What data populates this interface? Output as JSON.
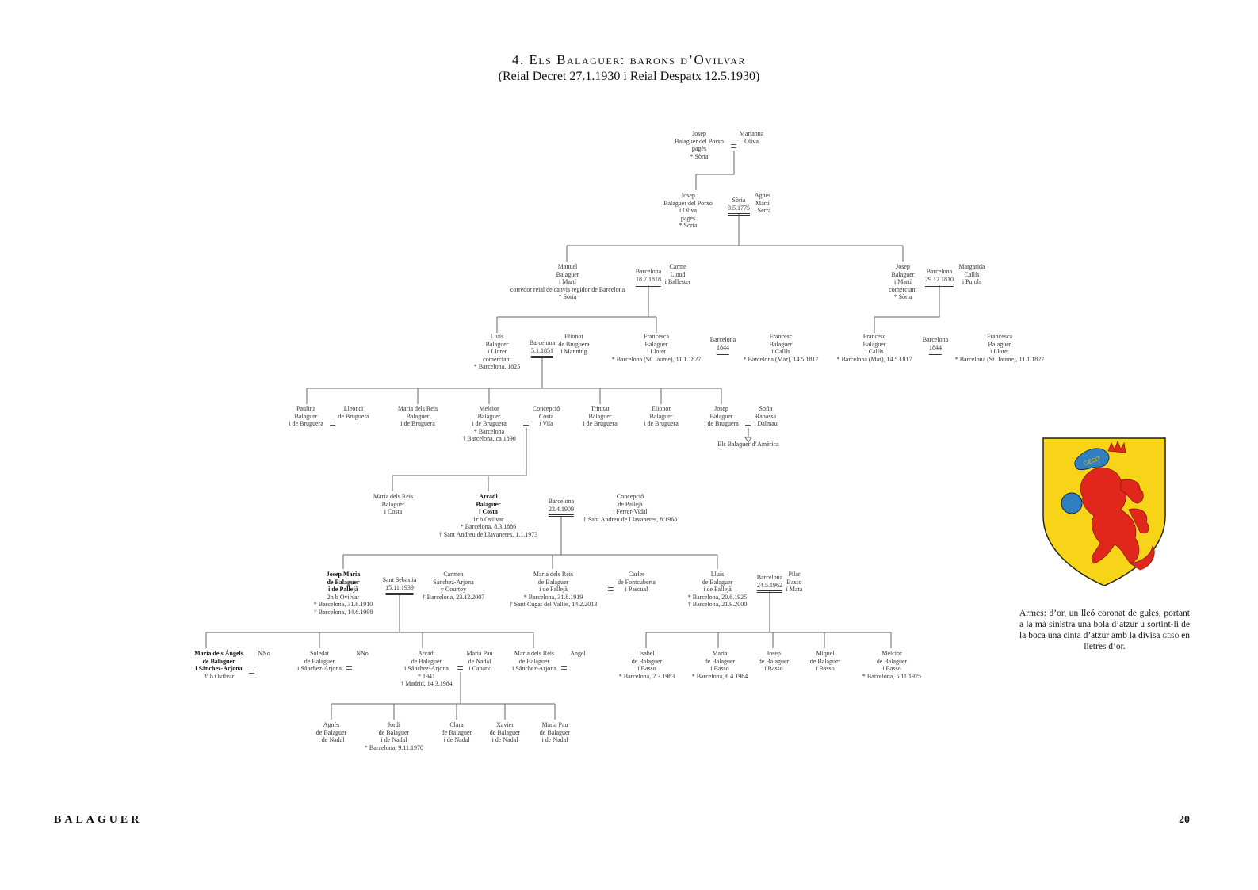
{
  "title": "4. Els Balaguer: barons d’Ovilvar",
  "subtitle": "(Reial Decret 27.1.1930 i Reial Despatx 12.5.1930)",
  "footer": {
    "running_head": "BALAGUER",
    "page_number": "20"
  },
  "coat_of_arms": {
    "caption_before": "Armes: d’or, un lleó coronat de gules, portant a la mà sinistra una bola d’atzur u sortint-li de la boca una cinta d’atzur amb la divisa ",
    "motto": "geso",
    "caption_after": " en lletres d’or.",
    "shield_motto": "GESO",
    "colors": {
      "field": "#f7d417",
      "lion": "#e1261c",
      "azure": "#2f7fc1"
    }
  },
  "persons": [
    {
      "id": "g0a",
      "bold": 0,
      "lines": [
        "Josep",
        "Balaguer del Porxo",
        "pagès",
        "* Sòria"
      ]
    },
    {
      "id": "g0b",
      "bold": 0,
      "lines": [
        "Marianna",
        "Oliva"
      ]
    },
    {
      "id": "g1a",
      "bold": 0,
      "lines": [
        "Josep",
        "Balaguer del Porxo",
        "i Oliva",
        "pagès",
        "* Sòria"
      ]
    },
    {
      "id": "g1b",
      "bold": 0,
      "lines": [
        "Agnès",
        "Martí",
        "i Serra"
      ]
    },
    {
      "id": "g2a",
      "bold": 0,
      "lines": [
        "Manuel",
        "Balaguer",
        "i Martí",
        "corredor reial de canvis regidor de Barcelona",
        "* Sòria"
      ]
    },
    {
      "id": "g2b",
      "bold": 0,
      "lines": [
        "Carme",
        "Lloud",
        "i Ballester"
      ]
    },
    {
      "id": "g2c",
      "bold": 0,
      "lines": [
        "Josep",
        "Balaguer",
        "i Martí",
        "comerciant",
        "* Sòria"
      ]
    },
    {
      "id": "g2d",
      "bold": 0,
      "lines": [
        "Margarida",
        "Callís",
        "i Pujols"
      ]
    },
    {
      "id": "g3a",
      "bold": 0,
      "lines": [
        "Lluís",
        "Balaguer",
        "i Lloret",
        "comerciant",
        "* Barcelona, 1825"
      ]
    },
    {
      "id": "g3b",
      "bold": 0,
      "lines": [
        "Elionor",
        "de Bruguera",
        "i Manning"
      ]
    },
    {
      "id": "g3c",
      "bold": 0,
      "lines": [
        "Francesca",
        "Balaguer",
        "i Lloret",
        "* Barcelona (St. Jaume), 11.1.1827"
      ]
    },
    {
      "id": "g3d",
      "bold": 0,
      "lines": [
        "Francesc",
        "Balaguer",
        "i Callís",
        "* Barcelona (Mar), 14.5.1817"
      ]
    },
    {
      "id": "g3e",
      "bold": 0,
      "lines": [
        "Francesc",
        "Balaguer",
        "i Callís",
        "* Barcelona (Mar), 14.5.1817"
      ]
    },
    {
      "id": "g3f",
      "bold": 0,
      "lines": [
        "Francesca",
        "Balaguer",
        "i Lloret",
        "* Barcelona (St. Jaume), 11.1.1827"
      ]
    },
    {
      "id": "g4a",
      "bold": 0,
      "lines": [
        "Paulina",
        "Balaguer",
        "i de Bruguera"
      ]
    },
    {
      "id": "g4b",
      "bold": 0,
      "lines": [
        "Lleonci",
        "de Bruguera"
      ]
    },
    {
      "id": "g4c",
      "bold": 0,
      "lines": [
        "Maria dels Reis",
        "Balaguer",
        "i de Bruguera"
      ]
    },
    {
      "id": "g4d",
      "bold": 0,
      "lines": [
        "Melcior",
        "Balaguer",
        "i de Bruguera",
        "* Barcelona",
        "† Barcelona, ca 1890"
      ]
    },
    {
      "id": "g4e",
      "bold": 0,
      "lines": [
        "Concepció",
        "Costa",
        "i Vila"
      ]
    },
    {
      "id": "g4f",
      "bold": 0,
      "lines": [
        "Trinitat",
        "Balaguer",
        "i de Bruguera"
      ]
    },
    {
      "id": "g4g",
      "bold": 0,
      "lines": [
        "Elionor",
        "Balaguer",
        "i de Bruguera"
      ]
    },
    {
      "id": "g4h",
      "bold": 0,
      "lines": [
        "Josep",
        "Balaguer",
        "i de Bruguera"
      ]
    },
    {
      "id": "g4i",
      "bold": 0,
      "lines": [
        "Sofia",
        "Rabassa",
        "i Dalmau"
      ]
    },
    {
      "id": "g4j",
      "bold": 0,
      "lines": [
        "Els Balaguer d’Amèrica"
      ]
    },
    {
      "id": "g5a",
      "bold": 0,
      "lines": [
        "Maria dels Reis",
        "Balaguer",
        "i Costa"
      ]
    },
    {
      "id": "g5b",
      "bold": 3,
      "lines": [
        "Arcadi",
        "Balaguer",
        "i Costa",
        "1r b Ovilvar",
        "* Barcelona, 8.3.1886",
        "† Sant Andreu de Llavaneres, 1.1.1973"
      ]
    },
    {
      "id": "g5c",
      "bold": 0,
      "lines": [
        "Concepció",
        "de Pallejà",
        "i Ferrer-Vidal",
        "† Sant Andreu de Llavaneres, 8.1968"
      ]
    },
    {
      "id": "g6a",
      "bold": 3,
      "lines": [
        "Josep Maria",
        "de Balaguer",
        "i de Pallejà",
        "2n b Ovilvar",
        "* Barcelona, 31.8.1910",
        "† Barcelona, 14.6.1998"
      ]
    },
    {
      "id": "g6b",
      "bold": 0,
      "lines": [
        "Carmen",
        "Sánchez-Arjona",
        "y Courtoy",
        "† Barcelona, 23.12.2007"
      ]
    },
    {
      "id": "g6c",
      "bold": 0,
      "lines": [
        "Maria dels Reis",
        "de Balaguer",
        "i de Pallejà",
        "* Barcelona, 31.8.1919",
        "† Sant Cugat del Vallès, 14.2.2013"
      ]
    },
    {
      "id": "g6d",
      "bold": 0,
      "lines": [
        "Carles",
        "de Fontcuberta",
        "i Pascual"
      ]
    },
    {
      "id": "g6e",
      "bold": 0,
      "lines": [
        "Lluís",
        "de Balaguer",
        "i de Pallejà",
        "* Barcelona, 20.6.1925",
        "† Barcelona, 21.9.2000"
      ]
    },
    {
      "id": "g6f",
      "bold": 0,
      "lines": [
        "Pilar",
        "Basso",
        "i Mata"
      ]
    },
    {
      "id": "g7a",
      "bold": 3,
      "lines": [
        "Maria dels Àngels",
        "de Balaguer",
        "i Sánchez-Arjona",
        "3ª b Ovilvar"
      ]
    },
    {
      "id": "g7b",
      "bold": 0,
      "lines": [
        "NNo"
      ]
    },
    {
      "id": "g7c",
      "bold": 0,
      "lines": [
        "Soledat",
        "de Balaguer",
        "i Sánchez-Arjona"
      ]
    },
    {
      "id": "g7d",
      "bold": 0,
      "lines": [
        "NNo"
      ]
    },
    {
      "id": "g7e",
      "bold": 0,
      "lines": [
        "Arcadi",
        "de Balaguer",
        "i Sánchez-Arjona",
        "* 1941",
        "† Madrid, 14.3.1984"
      ]
    },
    {
      "id": "g7f",
      "bold": 0,
      "lines": [
        "Maria Pau",
        "de Nadal",
        "i Capark"
      ]
    },
    {
      "id": "g7g",
      "bold": 0,
      "lines": [
        "Maria dels Reis",
        "de Balaguer",
        "i Sánchez-Arjona"
      ]
    },
    {
      "id": "g7h",
      "bold": 0,
      "lines": [
        "Angel"
      ]
    },
    {
      "id": "g7i",
      "bold": 0,
      "lines": [
        "Isabel",
        "de Balaguer",
        "i Basso",
        "* Barcelona, 2.3.1963"
      ]
    },
    {
      "id": "g7j",
      "bold": 0,
      "lines": [
        "Maria",
        "de Balaguer",
        "i Basso",
        "* Barcelona, 6.4.1964"
      ]
    },
    {
      "id": "g7k",
      "bold": 0,
      "lines": [
        "Josep",
        "de Balaguer",
        "i Basso"
      ]
    },
    {
      "id": "g7l",
      "bold": 0,
      "lines": [
        "Miquel",
        "de Balaguer",
        "i Basso"
      ]
    },
    {
      "id": "g7m",
      "bold": 0,
      "lines": [
        "Melcior",
        "de Balaguer",
        "i Basso",
        "* Barcelona, 5.11.1975"
      ]
    },
    {
      "id": "g8a",
      "bold": 0,
      "lines": [
        "Agnès",
        "de Balaguer",
        "i de Nadal"
      ]
    },
    {
      "id": "g8b",
      "bold": 0,
      "lines": [
        "Jordi",
        "de Balaguer",
        "i de Nadal",
        "* Barcelona, 9.11.1970"
      ]
    },
    {
      "id": "g8c",
      "bold": 0,
      "lines": [
        "Clara",
        "de Balaguer",
        "i de Nadal"
      ]
    },
    {
      "id": "g8d",
      "bold": 0,
      "lines": [
        "Xavier",
        "de Balaguer",
        "i de Nadal"
      ]
    },
    {
      "id": "g8e",
      "bold": 0,
      "lines": [
        "Maria Pau",
        "de Balaguer",
        "i de Nadal"
      ]
    }
  ],
  "marriages": [
    {
      "id": "m1",
      "place": "Sòria",
      "date": "9.5.1775"
    },
    {
      "id": "m2",
      "place": "Barcelona",
      "date": "18.7.1818"
    },
    {
      "id": "m3",
      "place": "Barcelona",
      "date": "29.12.1810"
    },
    {
      "id": "m4",
      "place": "Barcelona",
      "date": "5.1.1851"
    },
    {
      "id": "m5",
      "place": "Barcelona",
      "date": "1844"
    },
    {
      "id": "m6",
      "place": "Barcelona",
      "date": "1844"
    },
    {
      "id": "m7",
      "place": "Barcelona",
      "date": "22.4.1909"
    },
    {
      "id": "m8",
      "place": "Sant Sebastià",
      "date": "15.11.1939"
    },
    {
      "id": "m9",
      "place": "Barcelona",
      "date": "24.5.1962"
    }
  ]
}
